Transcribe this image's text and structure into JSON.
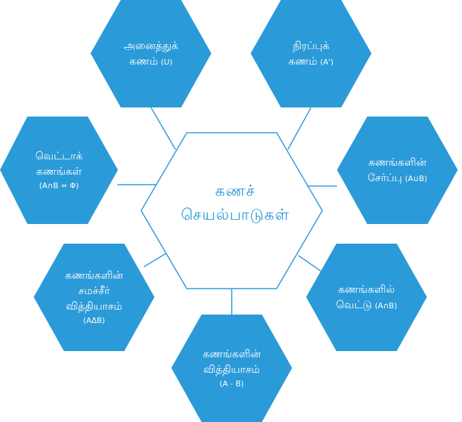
{
  "colors": {
    "hex_fill": "#2b9ad8",
    "line": "#2b9ad8",
    "center_text": "#2a9ad7"
  },
  "center": {
    "line1": "கணச்",
    "line2": "செயல்பாடுகள்"
  },
  "nodes": {
    "universal": {
      "line1": "அனைத்துக்",
      "line2": "கணம்",
      "symbol": "(U)"
    },
    "complement": {
      "line1": "நிரப்புக்",
      "line2": "கணம்",
      "symbol": "(A')"
    },
    "union": {
      "line1": "கணங்களின்",
      "line2": "சேர்ப்பு",
      "symbol": "(A∪B)"
    },
    "intersection": {
      "line1": "கணங்களில்",
      "line2": "வெட்டு",
      "symbol": "(A∩B)"
    },
    "difference": {
      "line1": "கணங்களின்",
      "line2": "வித்தியாசம்",
      "symbol": "(A - B)"
    },
    "symmetric_difference": {
      "line1": "கணங்களின்",
      "line2": "சமச்சீர்",
      "line3": "வித்தியாசம்",
      "symbol": "(AΔB)"
    },
    "disjoint": {
      "line1": "வெட்டாக்",
      "line2": "கணங்கள்",
      "symbol": "(A∩B = Φ)"
    }
  }
}
